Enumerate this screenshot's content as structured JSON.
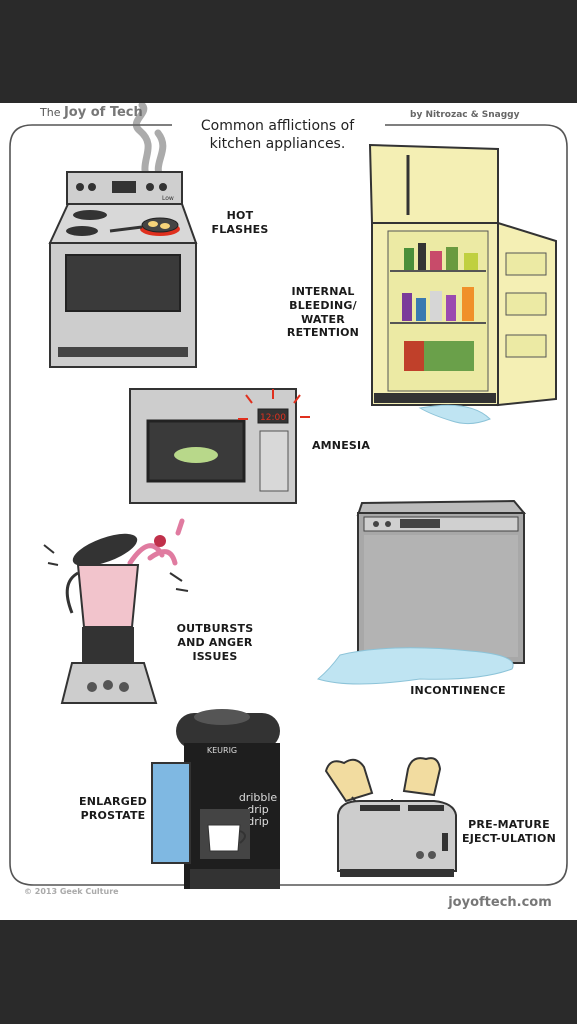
{
  "header": {
    "brand_prefix": "The",
    "brand_name": "Joy of Tech",
    "title_line1": "Common afflictions of",
    "title_line2": "kitchen appliances.",
    "authors": "by Nitrozac & Snaggy"
  },
  "panels": {
    "stove": {
      "label_line1": "HOT",
      "label_line2": "FLASHES",
      "dial_text": "Low"
    },
    "fridge": {
      "label_line1": "INTERNAL",
      "label_line2": "BLEEDING/",
      "label_line3": "WATER",
      "label_line4": "RETENTION"
    },
    "microwave": {
      "label": "AMNESIA",
      "display": "12:00"
    },
    "blender": {
      "label_line1": "OUTBURSTS",
      "label_line2": "AND ANGER",
      "label_line3": "ISSUES"
    },
    "dishwasher": {
      "label": "INCONTINENCE"
    },
    "coffee_maker": {
      "label_line1": "ENLARGED",
      "label_line2": "PROSTATE",
      "brand": "KEURIG",
      "drip_line1": "dribble",
      "drip_line2": "drip",
      "drip_line3": "drip"
    },
    "toaster": {
      "label_line1": "PRE-MATURE",
      "label_line2": "EJECT-ULATION"
    }
  },
  "footer": {
    "copyright": "© 2013 Geek Culture",
    "site": "joyoftech.com"
  },
  "colors": {
    "letterbox": "#2a2a2a",
    "steel": "#c9c9c9",
    "fridge_cream": "#f4efb4",
    "water": "#bfe4f2",
    "flame": "#e0301e"
  }
}
